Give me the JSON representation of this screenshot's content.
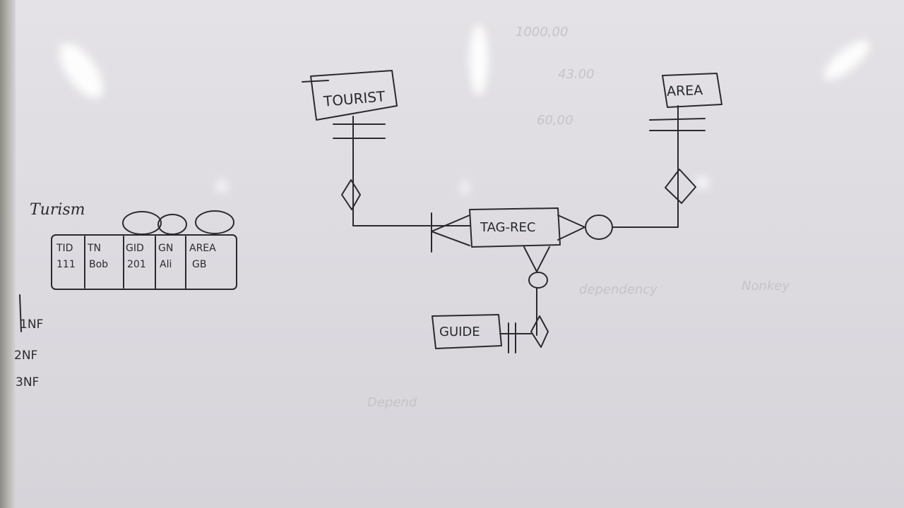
{
  "whiteboard": {
    "table": {
      "title": "Turism",
      "headers": [
        "TID",
        "TN",
        "GID",
        "GN",
        "AREA"
      ],
      "row": [
        "111",
        "Bob",
        "201",
        "Ali",
        "GB"
      ]
    },
    "normal_forms": [
      "1NF",
      "2NF",
      "3NF"
    ],
    "erd": {
      "entities": {
        "tourist": "TOURIST",
        "area": "AREA",
        "tag_rec": "TAG-REC",
        "guide": "GUIDE"
      }
    }
  }
}
